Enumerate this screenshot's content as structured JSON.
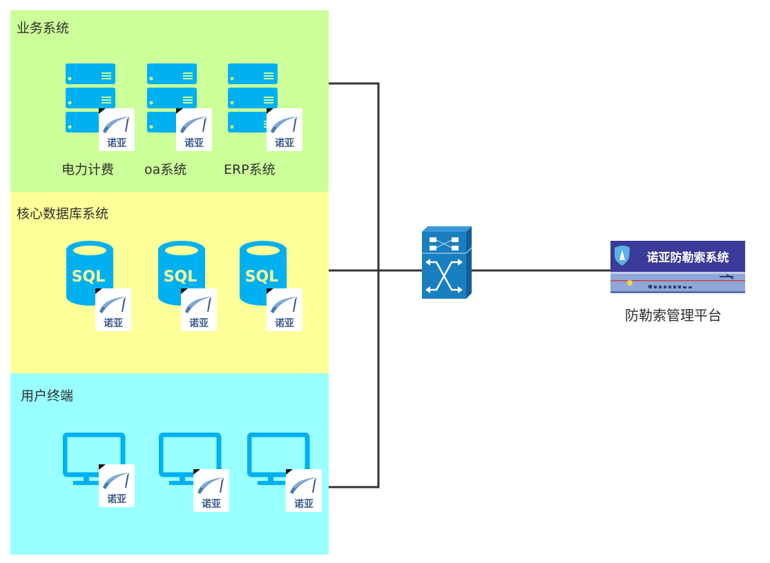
{
  "zones": {
    "business": {
      "title": "业务系统",
      "color": "#ccff99",
      "nodes": [
        {
          "label": "电力计费",
          "icon": "server-icon",
          "badge": "诺亚"
        },
        {
          "label": "oa系统",
          "icon": "server-icon",
          "badge": "诺亚"
        },
        {
          "label": "ERP系统",
          "icon": "server-icon",
          "badge": "诺亚"
        }
      ]
    },
    "database": {
      "title": "核心数据库系统",
      "color": "#ffff99",
      "nodes": [
        {
          "icon_text": "SQL",
          "icon": "database-icon",
          "badge": "诺亚"
        },
        {
          "icon_text": "SQL",
          "icon": "database-icon",
          "badge": "诺亚"
        },
        {
          "icon_text": "SQL",
          "icon": "database-icon",
          "badge": "诺亚"
        }
      ]
    },
    "terminal": {
      "title": "用户终端",
      "color": "#99ffff",
      "nodes": [
        {
          "icon": "monitor-icon",
          "badge": "诺亚"
        },
        {
          "icon": "monitor-icon",
          "badge": "诺亚"
        },
        {
          "icon": "monitor-icon",
          "badge": "诺亚"
        }
      ]
    }
  },
  "switch": {
    "icon": "network-switch-icon"
  },
  "platform": {
    "banner_text": "诺亚防勒索系统",
    "label": "防勒索管理平台",
    "icon": "appliance-icon"
  },
  "colors": {
    "icon_blue": "#00b0f0",
    "switch_blue": "#1a7fc1",
    "wire": "#333333",
    "badge_text": "#3a5a8c",
    "banner_bg": "#3b3b99"
  }
}
